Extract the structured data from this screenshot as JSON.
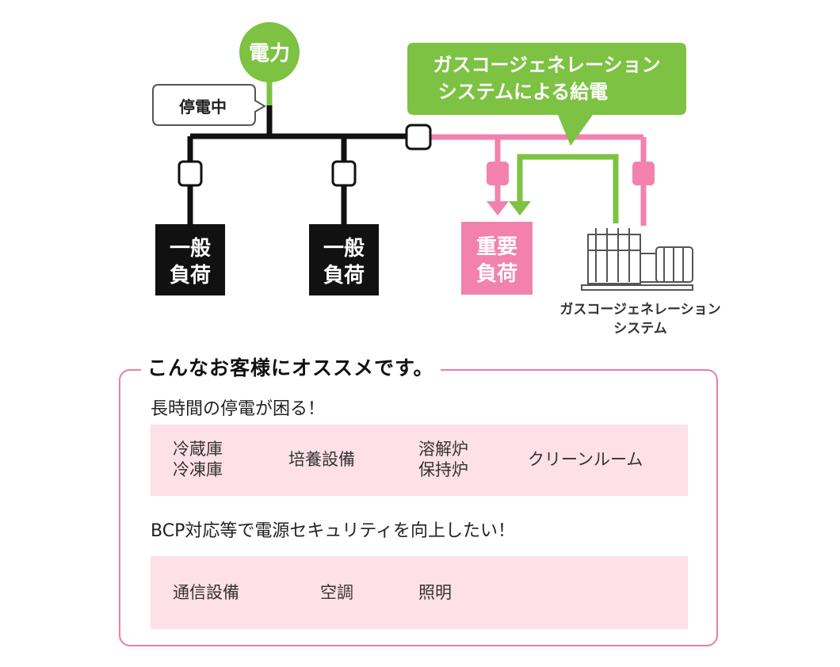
{
  "diagram": {
    "power": "電力",
    "outage": "停電中",
    "callout": {
      "line1": "ガスコージェネレーション",
      "line2": "システムによる給電"
    },
    "loads": [
      {
        "line1": "一般",
        "line2": "負荷"
      },
      {
        "line1": "一般",
        "line2": "負荷"
      }
    ],
    "critical_load": {
      "line1": "重要",
      "line2": "負荷"
    },
    "generator_label": {
      "line1": "ガスコージェネレーション",
      "line2": "システム"
    },
    "colors": {
      "green": "#7dc242",
      "pink": "#f282ad",
      "black": "#111111"
    }
  },
  "recommend": {
    "title": "こんなお客様にオススメです。",
    "sections": [
      {
        "title": "長時間の停電が困る！",
        "items": [
          {
            "line1": "冷蔵庫",
            "line2": "冷凍庫"
          },
          {
            "line1": "培養設備",
            "line2": ""
          },
          {
            "line1": "溶解炉",
            "line2": "保持炉"
          },
          {
            "line1": "クリーンルーム",
            "line2": ""
          }
        ]
      },
      {
        "title": "BCP対応等で電源セキュリティを向上したい！",
        "items": [
          {
            "line1": "通信設備"
          },
          {
            "line1": "空調"
          },
          {
            "line1": "照明"
          }
        ]
      }
    ],
    "colors": {
      "border": "#f07aa8",
      "band": "#fde0e8"
    }
  }
}
